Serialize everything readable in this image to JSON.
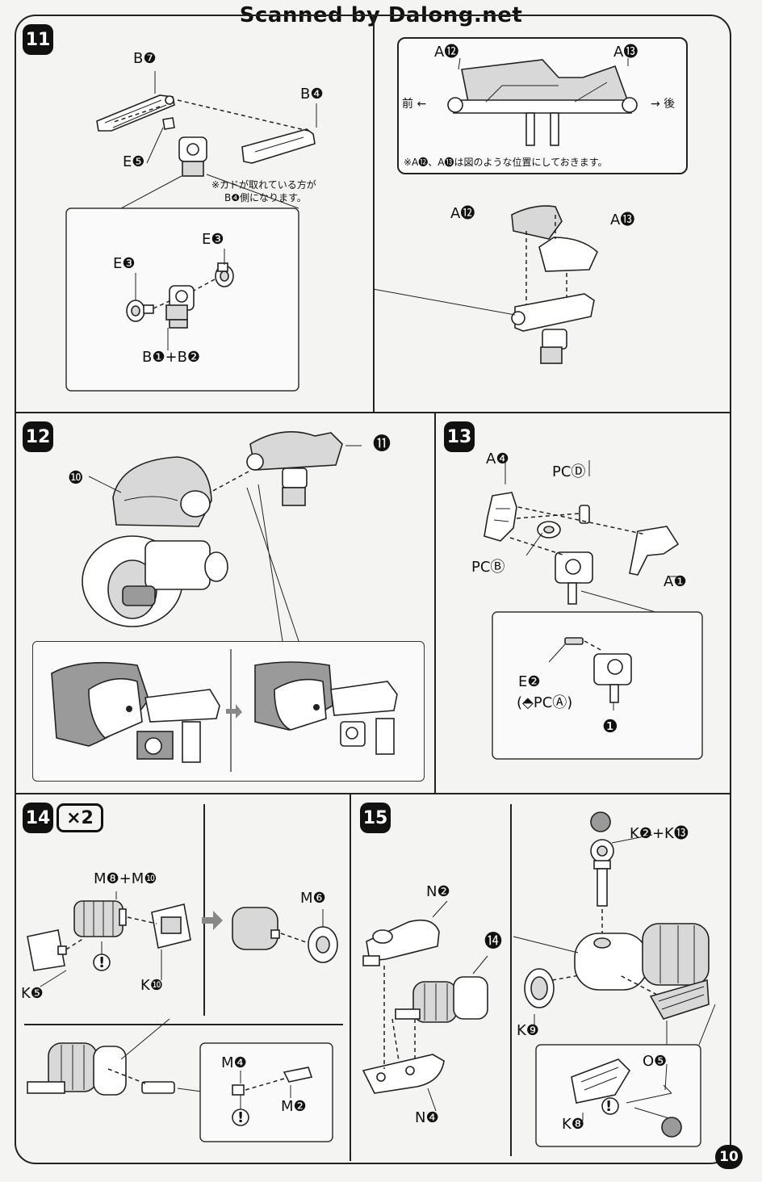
{
  "header": {
    "scanner_text": "Scanned by Dalong.net"
  },
  "page_number": "10",
  "steps": {
    "s11": {
      "number": "11",
      "labels": {
        "b7": "B❼",
        "b4": "B❹",
        "e5": "E❺",
        "e3a": "E❸",
        "e3b": "E❸",
        "b1b2": "B❶+B❷",
        "a12_top": "A⓬",
        "a13_top": "A⓭",
        "a12": "A⓬",
        "a13": "A⓭"
      },
      "note_cut": [
        "※カドが取れている方が",
        "B❹側になります。"
      ],
      "front": "前 ←",
      "rear": "→ 後",
      "position_note": "※A⓬、A⓭は図のような位置にしておきます。"
    },
    "s12": {
      "number": "12",
      "labels": {
        "p10": "❿",
        "p11": "⓫"
      }
    },
    "s13": {
      "number": "13",
      "labels": {
        "a4": "A❹",
        "pcd": "PCⒹ",
        "pcb": "PCⒷ",
        "a1": "A❶",
        "e2": "E❷",
        "e2_alt": "(⬘PCⒶ)",
        "p1": "❶"
      }
    },
    "s14": {
      "number": "14",
      "multiplier": "×2",
      "labels": {
        "m8m10": "M❽+M❿",
        "m6": "M❻",
        "k5": "K❺",
        "k10": "K❿",
        "m4": "M❹",
        "m2": "M❷",
        "warn1": "!",
        "warn2": "!"
      }
    },
    "s15": {
      "number": "15",
      "labels": {
        "n2": "N❷",
        "p14": "⓮",
        "n4": "N❹",
        "k2k13": "K❷+K⓭",
        "k9": "K❾",
        "o5": "O❺",
        "k8": "K❽",
        "warn": "!"
      }
    }
  }
}
